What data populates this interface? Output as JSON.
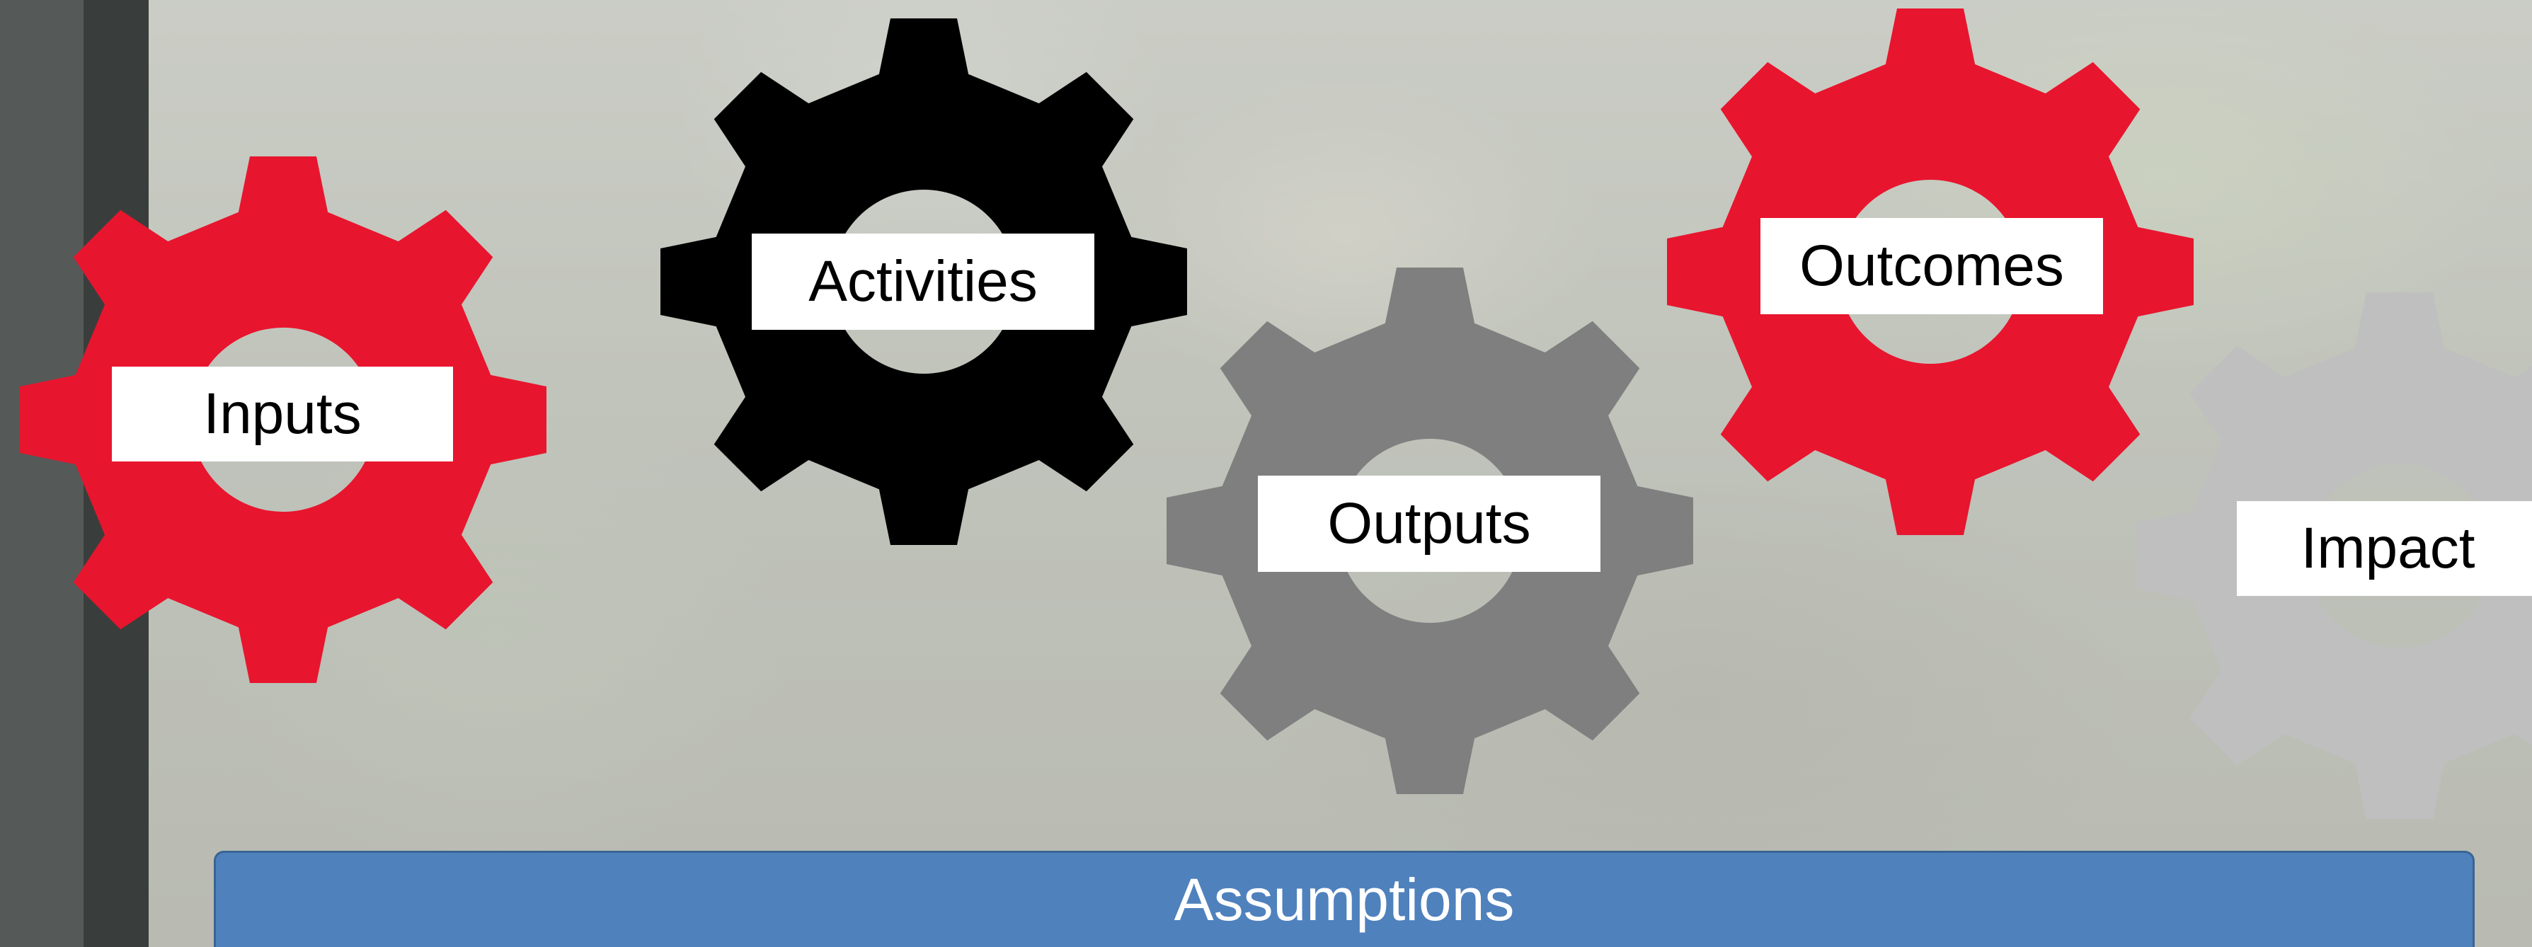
{
  "diagram": {
    "gears": [
      {
        "id": "inputs",
        "label": "Inputs",
        "color": "#e8152e"
      },
      {
        "id": "activities",
        "label": "Activities",
        "color": "#000000"
      },
      {
        "id": "outputs",
        "label": "Outputs",
        "color": "#7f7f7f"
      },
      {
        "id": "outcomes",
        "label": "Outcomes",
        "color": "#e8152e"
      },
      {
        "id": "impact",
        "label": "Impact",
        "color": "#bfbfbf"
      }
    ],
    "assumptions": {
      "label": "Assumptions",
      "color": "#4f81bd"
    }
  },
  "icons": [
    "gear-icon"
  ]
}
